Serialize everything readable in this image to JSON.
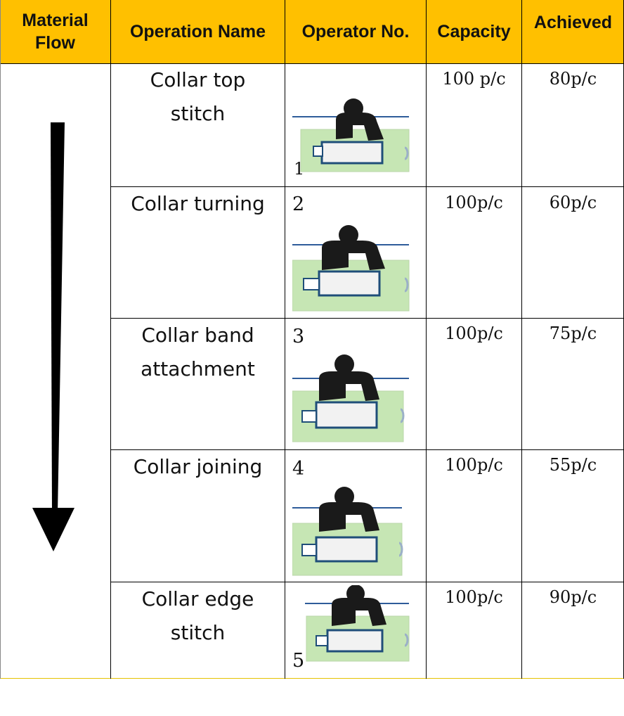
{
  "header": {
    "material_flow": "Material Flow",
    "operation_name": "Operation Name",
    "operator_no": "Operator No.",
    "capacity": "Capacity",
    "achieved": "Achieved"
  },
  "rows": [
    {
      "operation": "Collar top stitch",
      "operator": "1",
      "capacity": "100 p/c",
      "achieved": "80p/c"
    },
    {
      "operation": "Collar turning",
      "operator": "2",
      "capacity": "100p/c",
      "achieved": "60p/c"
    },
    {
      "operation": "Collar band attachment",
      "operator": "3",
      "capacity": "100p/c",
      "achieved": "75p/c"
    },
    {
      "operation": "Collar joining",
      "operator": "4",
      "capacity": "100p/c",
      "achieved": "55p/c"
    },
    {
      "operation": "Collar edge stitch",
      "operator": "5",
      "capacity": "100p/c",
      "achieved": "90p/c"
    }
  ],
  "colors": {
    "header_bg": "#ffc000",
    "machine_bg": "#c6e6b4",
    "machine_border": "#1f4e79",
    "operator_color": "#1a1a1a"
  },
  "icons": {
    "operator": "operator-at-sewing-machine-icon",
    "flow": "down-arrow-icon"
  }
}
